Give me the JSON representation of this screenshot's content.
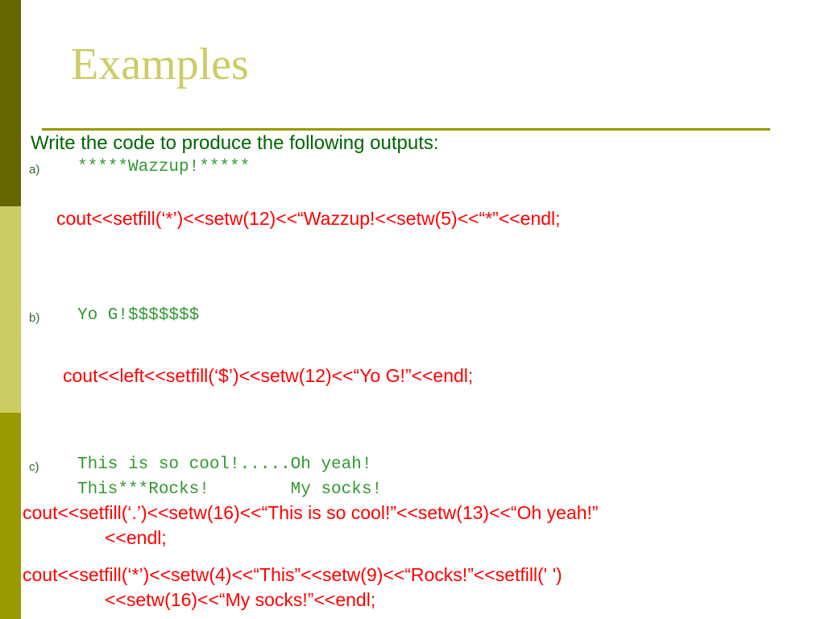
{
  "slide": {
    "title": "Examples",
    "intro": "Write the code to produce the following outputs:",
    "a": {
      "marker": "a)",
      "output": "*****Wazzup!*****",
      "code": "cout<<setfill(‘*’)<<setw(12)<<“Wazzup!<<setw(5)<<“*”<<endl;"
    },
    "b": {
      "marker": "b)",
      "output": "Yo G!$$$$$$$",
      "code": "cout<<left<<setfill(‘$’)<<setw(12)<<“Yo G!”<<endl;"
    },
    "c": {
      "marker": "c)",
      "output_line1": "This is so cool!.....Oh yeah!",
      "output_line2": "This***Rocks!        My socks!",
      "code1_line1": "cout<<setfill(‘.’)<<setw(16)<<“This is so cool!”<<setw(13)<<“Oh yeah!”",
      "code1_line2": "<<endl;",
      "code2_line1": "cout<<setfill(‘*’)<<setw(4)<<“This”<<setw(9)<<“Rocks!”<<setfill(' ')",
      "code2_line2": "<<setw(16)<<“My socks!”<<endl;"
    }
  },
  "colors": {
    "bar_dark": "#666600",
    "bar_light": "#cccc66",
    "bar_mid": "#999900",
    "title": "#cccc66",
    "intro": "#006600",
    "output": "#339933",
    "code": "#ff0000"
  }
}
